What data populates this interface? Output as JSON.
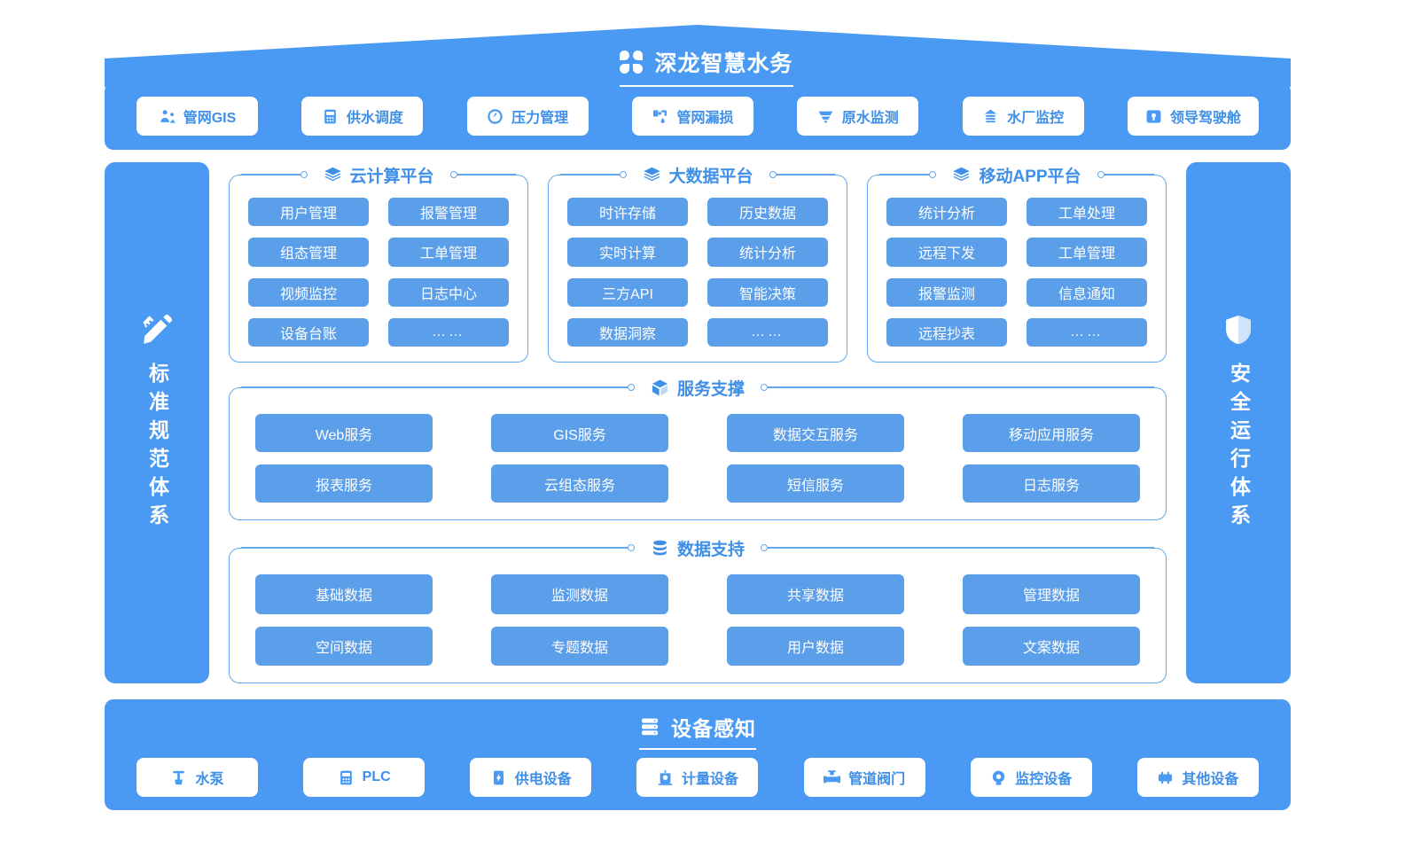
{
  "header": {
    "title": "深龙智慧水务",
    "logo_icon": "four-petal-icon",
    "nav": [
      {
        "label": "管网GIS",
        "icon": "map-pin-network-icon"
      },
      {
        "label": "供水调度",
        "icon": "plc-controller-icon"
      },
      {
        "label": "压力管理",
        "icon": "gauge-icon"
      },
      {
        "label": "管网漏损",
        "icon": "pipe-leak-icon"
      },
      {
        "label": "原水监测",
        "icon": "water-wave-icon"
      },
      {
        "label": "水厂监控",
        "icon": "plant-icon"
      },
      {
        "label": "领导驾驶舱",
        "icon": "dashboard-screen-icon"
      }
    ]
  },
  "left_pillar": {
    "label": "标准规范体系",
    "icon": "ruler-pencil-icon"
  },
  "right_pillar": {
    "label": "安全运行体系",
    "icon": "shield-icon"
  },
  "platforms": [
    {
      "title": "云计算平台",
      "icon": "layers-icon",
      "tiles": [
        "用户管理",
        "报警管理",
        "组态管理",
        "工单管理",
        "视频监控",
        "日志中心",
        "设备台账",
        "……"
      ]
    },
    {
      "title": "大数据平台",
      "icon": "layers-icon",
      "tiles": [
        "时许存储",
        "历史数据",
        "实时计算",
        "统计分析",
        "三方API",
        "智能决策",
        "数据洞察",
        "……"
      ]
    },
    {
      "title": "移动APP平台",
      "icon": "layers-icon",
      "tiles": [
        "统计分析",
        "工单处理",
        "远程下发",
        "工单管理",
        "报警监测",
        "信息通知",
        "远程抄表",
        "……"
      ]
    }
  ],
  "service_support": {
    "title": "服务支撑",
    "icon": "cube-icon",
    "tiles": [
      "Web服务",
      "GIS服务",
      "数据交互服务",
      "移动应用服务",
      "报表服务",
      "云组态服务",
      "短信服务",
      "日志服务"
    ]
  },
  "data_support": {
    "title": "数据支持",
    "icon": "database-icon",
    "tiles": [
      "基础数据",
      "监测数据",
      "共享数据",
      "管理数据",
      "空间数据",
      "专题数据",
      "用户数据",
      "文案数据"
    ]
  },
  "device_layer": {
    "title": "设备感知",
    "icon": "server-stack-icon",
    "devices": [
      {
        "label": "水泵",
        "icon": "water-pump-icon"
      },
      {
        "label": "PLC",
        "icon": "plc-controller-icon"
      },
      {
        "label": "供电设备",
        "icon": "power-supply-icon"
      },
      {
        "label": "计量设备",
        "icon": "meter-icon"
      },
      {
        "label": "管道阀门",
        "icon": "pipe-valve-icon"
      },
      {
        "label": "监控设备",
        "icon": "camera-icon"
      },
      {
        "label": "其他设备",
        "icon": "generic-device-icon"
      }
    ]
  },
  "colors": {
    "band_blue": "#4a9af4",
    "tile_blue": "#5b9eea",
    "outline_blue": "#63a9f0",
    "text_blue": "#3f8fe8",
    "white": "#ffffff"
  }
}
